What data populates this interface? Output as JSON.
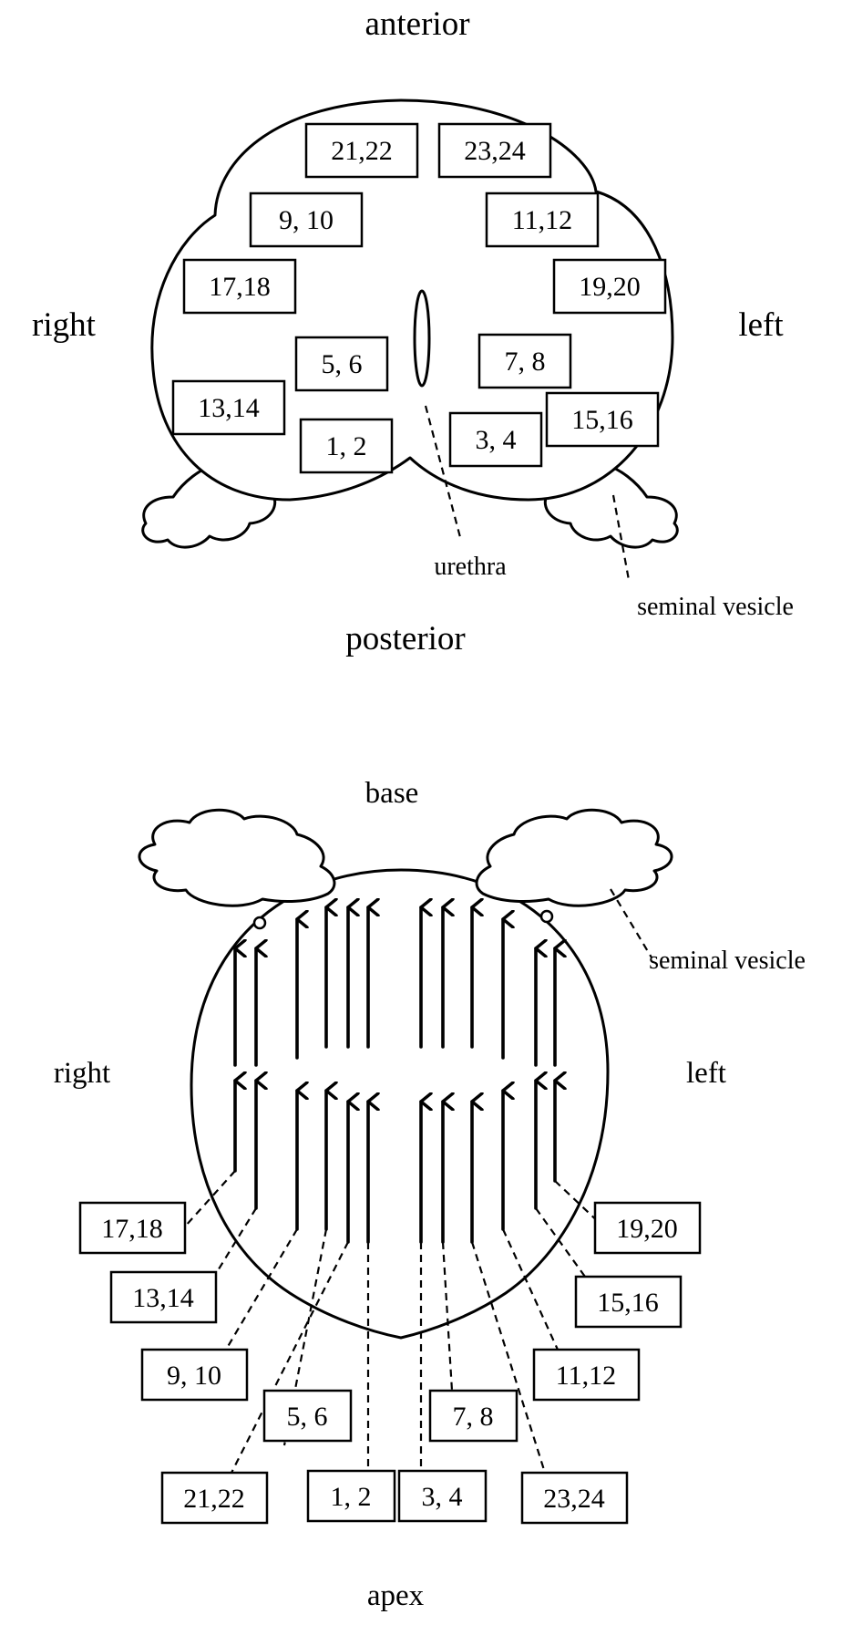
{
  "axial": {
    "top_label": "anterior",
    "bottom_label": "posterior",
    "left_label": "right",
    "right_label": "left",
    "urethra_label": "urethra",
    "vesicle_label": "seminal vesicle",
    "cores": [
      {
        "id": "21-22",
        "label": "21,22"
      },
      {
        "id": "23-24",
        "label": "23,24"
      },
      {
        "id": "9-10",
        "label": "9, 10"
      },
      {
        "id": "11-12",
        "label": "11,12"
      },
      {
        "id": "17-18",
        "label": "17,18"
      },
      {
        "id": "19-20",
        "label": "19,20"
      },
      {
        "id": "5-6",
        "label": "5, 6"
      },
      {
        "id": "7-8",
        "label": "7, 8"
      },
      {
        "id": "13-14",
        "label": "13,14"
      },
      {
        "id": "15-16",
        "label": "15,16"
      },
      {
        "id": "1-2",
        "label": "1, 2"
      },
      {
        "id": "3-4",
        "label": "3, 4"
      }
    ]
  },
  "coronal": {
    "top_label": "base",
    "bottom_label": "apex",
    "left_label": "right",
    "right_label": "left",
    "vesicle_label": "seminal vesicle",
    "cores": [
      {
        "id": "17-18",
        "label": "17,18"
      },
      {
        "id": "13-14",
        "label": "13,14"
      },
      {
        "id": "9-10",
        "label": "9, 10"
      },
      {
        "id": "5-6",
        "label": "5, 6"
      },
      {
        "id": "21-22",
        "label": "21,22"
      },
      {
        "id": "1-2",
        "label": "1, 2"
      },
      {
        "id": "3-4",
        "label": "3, 4"
      },
      {
        "id": "7-8",
        "label": "7, 8"
      },
      {
        "id": "23-24",
        "label": "23,24"
      },
      {
        "id": "11-12",
        "label": "11,12"
      },
      {
        "id": "15-16",
        "label": "15,16"
      },
      {
        "id": "19-20",
        "label": "19,20"
      }
    ]
  }
}
